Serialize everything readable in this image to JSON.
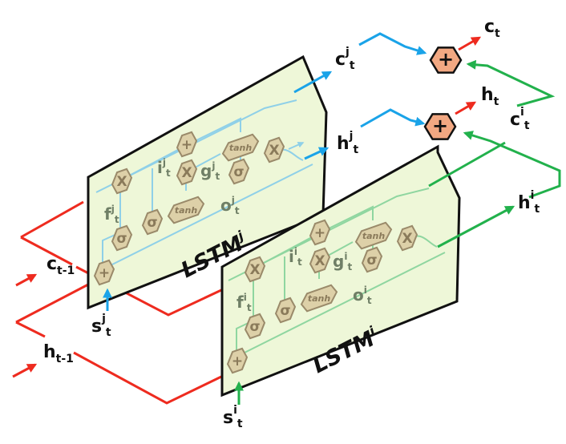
{
  "inputs": {
    "c_prev": {
      "base": "c",
      "sub": "t-1"
    },
    "h_prev": {
      "base": "h",
      "sub": "t-1"
    },
    "s_j": {
      "base": "s",
      "sup": "j",
      "sub": "t"
    },
    "s_i": {
      "base": "s",
      "sup": "i",
      "sub": "t"
    }
  },
  "outputs": {
    "c": {
      "base": "c",
      "sub": "t"
    },
    "h": {
      "base": "h",
      "sub": "t"
    },
    "c_j": {
      "base": "c",
      "sup": "j",
      "sub": "t"
    },
    "h_j": {
      "base": "h",
      "sup": "j",
      "sub": "t"
    },
    "c_i": {
      "base": "c",
      "sup": "i",
      "sub": "t"
    },
    "h_i": {
      "base": "h",
      "sup": "i",
      "sub": "t"
    }
  },
  "cells": {
    "top": {
      "name": {
        "base": "LSTM",
        "sup": "j"
      },
      "gates": {
        "f": "f",
        "i": "i",
        "g": "g",
        "o": "o",
        "sup": "j",
        "sub": "t"
      }
    },
    "bottom": {
      "name": {
        "base": "LSTM",
        "sup": "i"
      },
      "gates": {
        "f": "f",
        "i": "i",
        "g": "g",
        "o": "o",
        "sup": "i",
        "sub": "t"
      }
    }
  },
  "ops": {
    "multiply": "X",
    "add": "+",
    "sigmoid": "σ",
    "tanh": "tanh"
  },
  "merge": {
    "symbol": "+"
  },
  "colors": {
    "panel_fill": "#eef7d8",
    "panel_stroke": "#111111",
    "hex_fill": "#ddd0a8",
    "hex_stroke": "#9a8a6a",
    "merge_fill": "#f2a882",
    "red": "#ee2b1f",
    "blue": "#1aa3e8",
    "green": "#22b14c",
    "inner_blue": "#8fd0e8",
    "inner_green": "#8fd6a0"
  }
}
